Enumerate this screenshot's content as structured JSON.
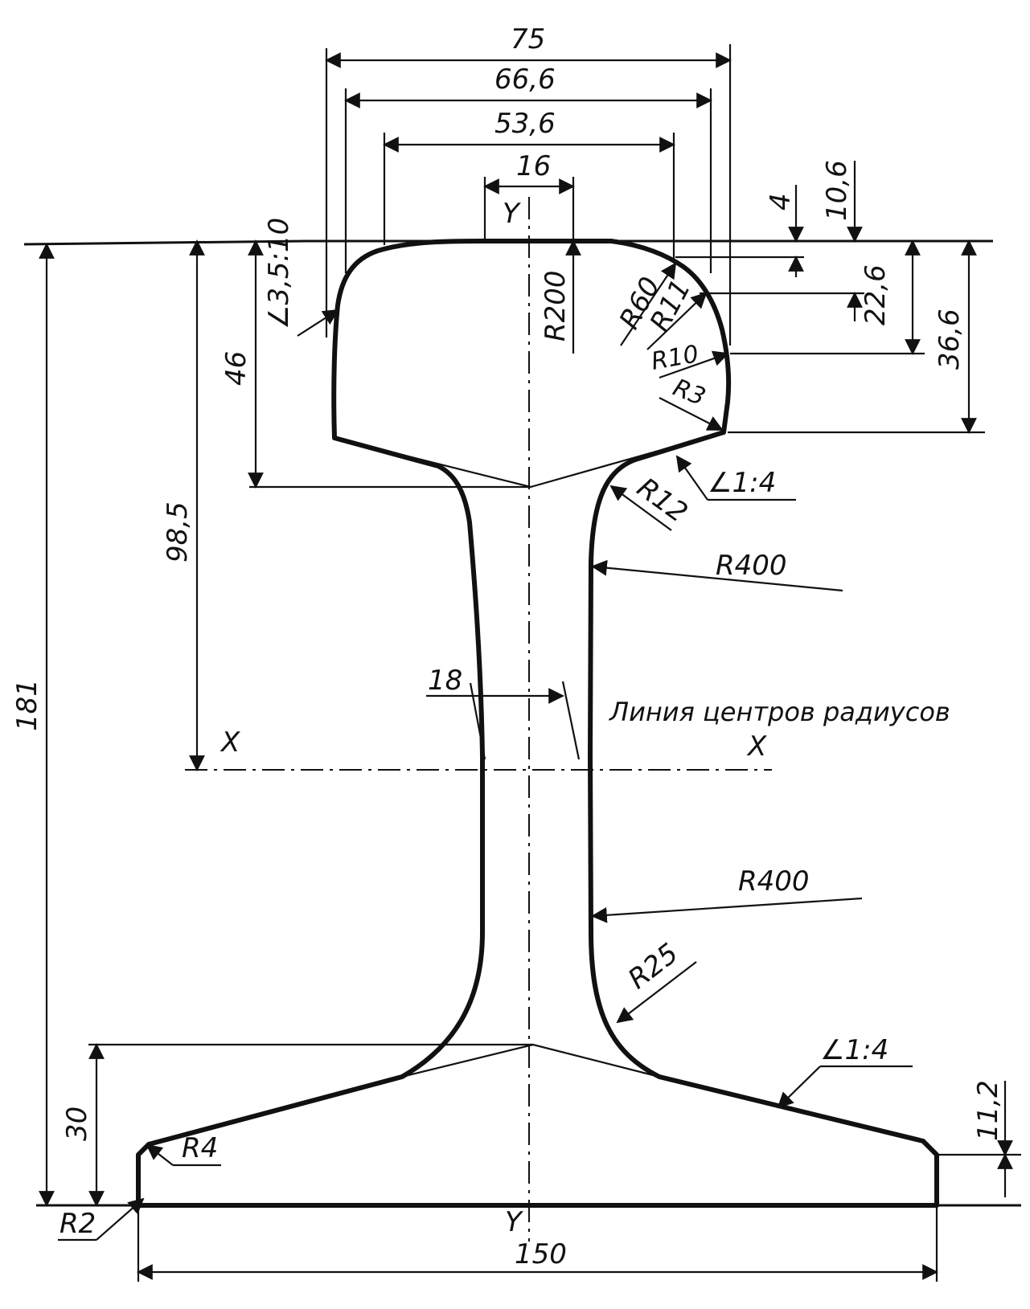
{
  "dimensions": {
    "head_width_75": "75",
    "head_width_66_6": "66,6",
    "head_width_53_6": "53,6",
    "top_16": "16",
    "head_depth_4": "4",
    "head_depth_10_6": "10,6",
    "head_depth_22_6": "22,6",
    "head_height_36_6": "36,6",
    "head_depth_46": "46",
    "neutral_axis_98_5": "98,5",
    "rail_height_181": "181",
    "web_thickness_18": "18",
    "foot_height_30": "30",
    "foot_edge_11_2": "11,2",
    "foot_width_150": "150"
  },
  "radii": {
    "r200": "R200",
    "r60": "R60",
    "r11": "R11",
    "r10": "R10",
    "r3": "R3",
    "r12": "R12",
    "r400_upper": "R400",
    "r400_lower": "R400",
    "r25": "R25",
    "r4": "R4",
    "r2": "R2"
  },
  "slopes": {
    "head_side": "∠3,5:10",
    "head_underside": "∠1:4",
    "foot_top": "∠1:4"
  },
  "axes": {
    "y_top": "Y",
    "y_bottom": "Y",
    "x_left": "X",
    "x_right": "X"
  },
  "note": "Линия центров радиусов"
}
